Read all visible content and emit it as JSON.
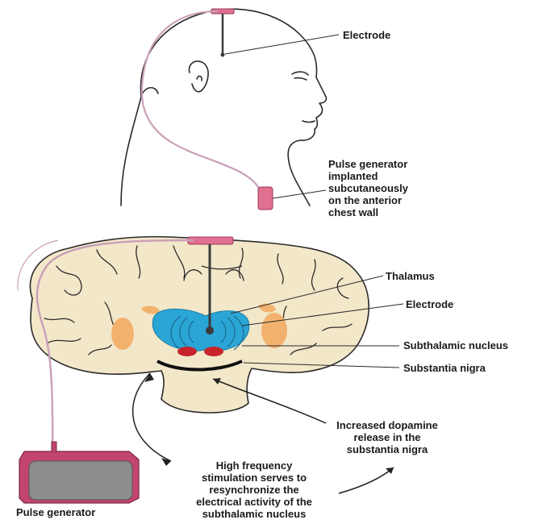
{
  "labels": {
    "electrode_top": "Electrode",
    "pulse_generator_implanted": [
      "Pulse generator",
      "implanted",
      "subcutaneously",
      "on the anterior",
      "chest wall"
    ],
    "thalamus": "Thalamus",
    "electrode_brain": "Electrode",
    "subthalamic_nucleus": "Subthalamic nucleus",
    "substantia_nigra": "Substantia nigra",
    "increased_dopamine": [
      "Increased dopamine",
      "release in the",
      "substantia nigra"
    ],
    "high_frequency": [
      "High frequency",
      "stimulation serves to",
      "resynchronize the",
      "electrical activity of the",
      "subthalamic nucleus"
    ],
    "pulse_generator": "Pulse generator"
  },
  "colors": {
    "line": "#2a2a2a",
    "lead_wire": "#c9a0b8",
    "electrode_pink": "#e07090",
    "brain_fill": "#f3e7c9",
    "thalamus_blue": "#2aa6d6",
    "orange_nuclei": "#f2b26e",
    "stn_red": "#c8242c",
    "generator_pink": "#c2456f",
    "generator_gray": "#8d8d8d"
  }
}
